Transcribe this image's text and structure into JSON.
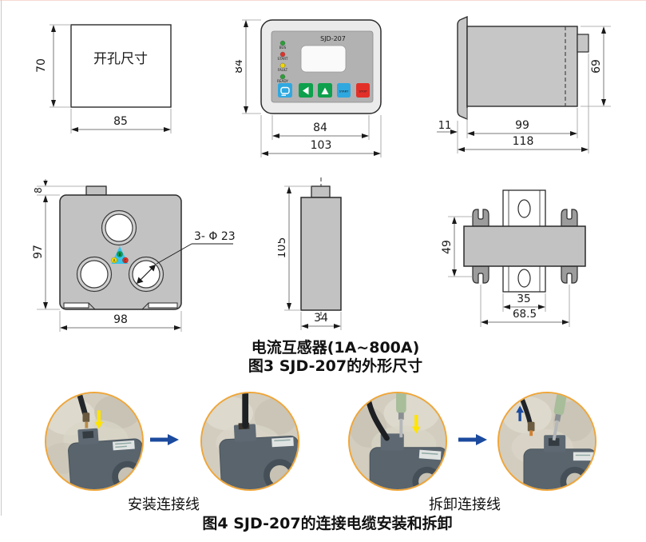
{
  "figure3": {
    "cutout": {
      "label": "开孔尺寸",
      "dim_height": "70",
      "dim_width": "85"
    },
    "front_panel": {
      "model": "SJD-207",
      "dim_height": "84",
      "dim_inner_width": "84",
      "dim_outer_width": "103",
      "leds": [
        {
          "label": "BUS"
        },
        {
          "label": "START"
        },
        {
          "label": "FAULT"
        },
        {
          "label": "READY"
        }
      ],
      "buttons": {
        "start": "START",
        "stop": "STOP"
      }
    },
    "side_view": {
      "dim_height": "69",
      "dim_bezel": "11",
      "dim_body": "99",
      "dim_total": "118"
    },
    "ct_front": {
      "dim_tab": "8",
      "dim_height": "97",
      "dim_width": "98",
      "hole_note": "3- Φ 23",
      "phase_a": "A",
      "phase_b": "B",
      "phase_c": "C"
    },
    "ct_side": {
      "dim_height": "105",
      "dim_width": "34"
    },
    "ct_rail": {
      "dim_height": "49",
      "dim_rail": "35",
      "dim_span": "68.5"
    },
    "caption_line1": "电流互感器(1A~800A)",
    "caption_line2": "图3 SJD-207的外形尺寸"
  },
  "figure4": {
    "install_label": "安装连接线",
    "remove_label": "拆卸连接线",
    "caption": "图4  SJD-207的连接电缆安装和拆卸"
  },
  "colors": {
    "accent_orange": "#efa63a",
    "arrow_blue": "#1b4a9e",
    "arrow_yellow": "#ffe400",
    "led_green": "#2aa037",
    "led_red": "#e03228",
    "led_yellow": "#f0d800",
    "btn_blue": "#2fa8e0",
    "btn_green": "#0ea04c",
    "btn_red": "#e23028",
    "phase_triangle": "#35c4ea"
  }
}
